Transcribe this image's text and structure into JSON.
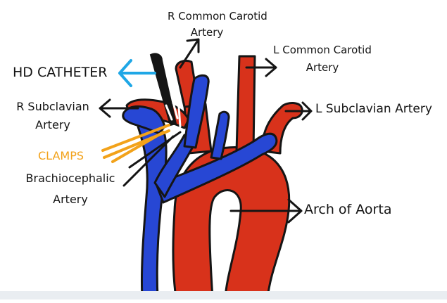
{
  "labels": {
    "r_common_carotid_1": "R Common Carotid",
    "r_common_carotid_2": "Artery",
    "l_common_carotid_1": "L Common Carotid",
    "l_common_carotid_2": "Artery",
    "hd_catheter": "HD CATHETER",
    "r_subclavian_1": "R Subclavian",
    "r_subclavian_2": "Artery",
    "l_subclavian": "L Subclavian Artery",
    "clamps": "CLAMPS",
    "brachiocephalic_1": "Brachiocephalic",
    "brachiocephalic_2": "Artery",
    "arch_of_aorta": "Arch of Aorta"
  },
  "colors": {
    "artery": "#d8321b",
    "vein": "#2747d4",
    "outline": "#151515",
    "catheter_arrow": "#1fa7e6",
    "clamps": "#f2a21a",
    "background": "#ffffff"
  }
}
